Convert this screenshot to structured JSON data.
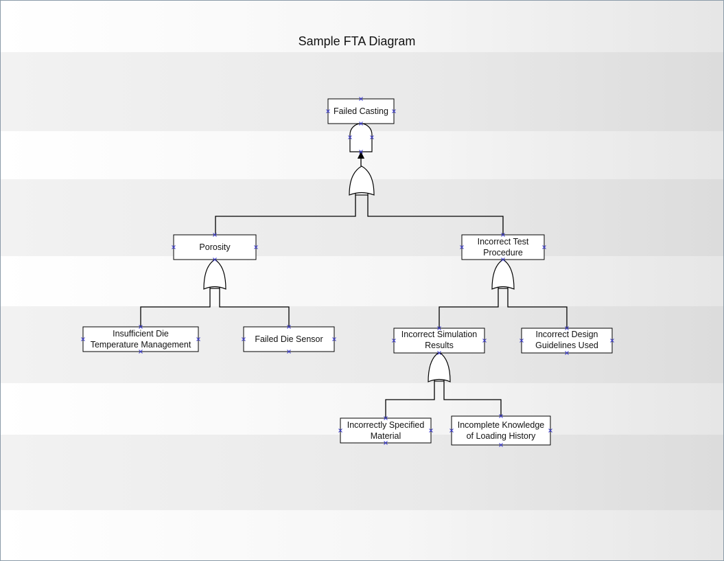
{
  "diagram": {
    "title": "Sample FTA Diagram",
    "nodes": {
      "failed_casting": [
        "Failed Casting"
      ],
      "porosity": [
        "Porosity"
      ],
      "incorrect_test_procedure": [
        "Incorrect Test",
        "Procedure"
      ],
      "insufficient_die_temp": [
        "Insufficient Die",
        "Temperature Management"
      ],
      "failed_die_sensor": [
        "Failed Die Sensor"
      ],
      "incorrect_simulation_results": [
        "Incorrect Simulation",
        "Results"
      ],
      "incorrect_design_guidelines": [
        "Incorrect Design",
        "Guidelines Used"
      ],
      "incorrectly_specified_material": [
        "Incorrectly Specified",
        "Material"
      ],
      "incomplete_loading_knowledge": [
        "Incomplete Knowledge",
        "of Loading History"
      ]
    },
    "gates": {
      "top_gate": "and-gate",
      "or_gate_main": "or-gate",
      "or_gate_porosity": "or-gate",
      "or_gate_test": "or-gate",
      "or_gate_simulation": "or-gate"
    }
  }
}
